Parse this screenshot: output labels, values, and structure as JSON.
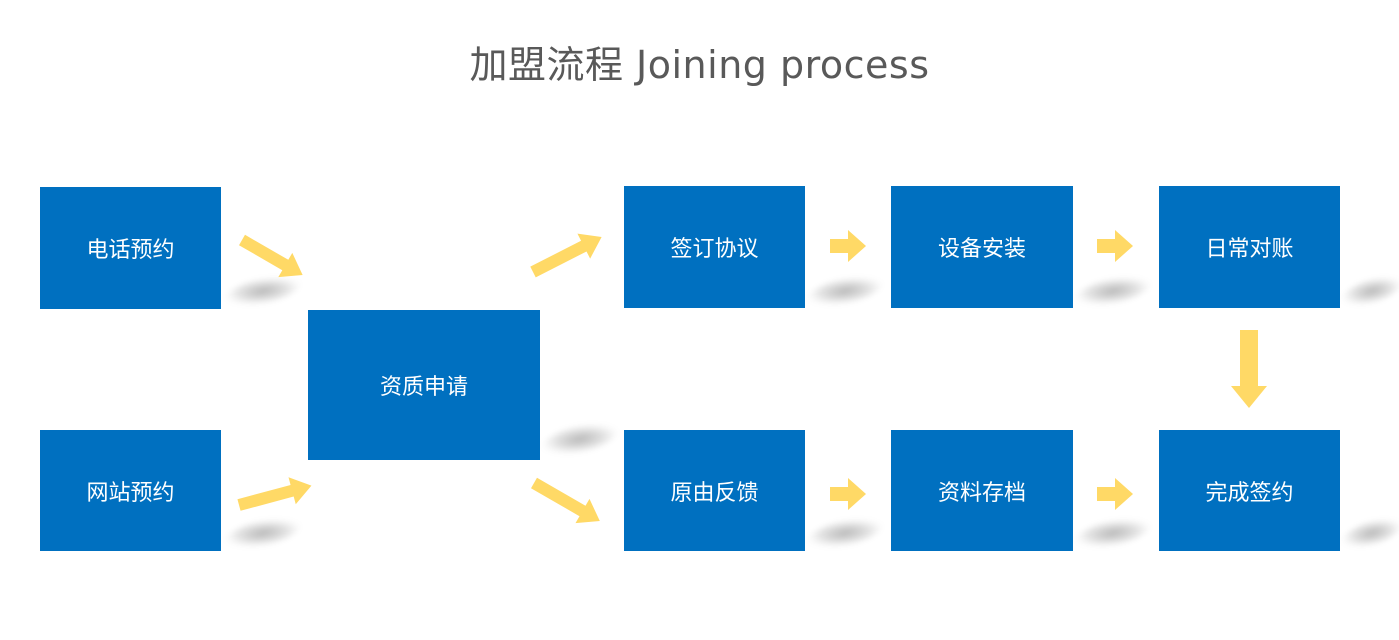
{
  "title": "加盟流程  Joining process",
  "steps": {
    "phone_booking": "电话预约",
    "website_booking": "网站预约",
    "qualification_application": "资质申请",
    "sign_agreement": "签订协议",
    "equipment_installation": "设备安装",
    "daily_reconciliation": "日常对账",
    "reason_feedback": "原由反馈",
    "document_archiving": "资料存档",
    "complete_contract": "完成签约"
  },
  "colors": {
    "box": "#0070c0",
    "box_text": "#ffffff",
    "arrow": "#ffd966",
    "title": "#595959"
  }
}
